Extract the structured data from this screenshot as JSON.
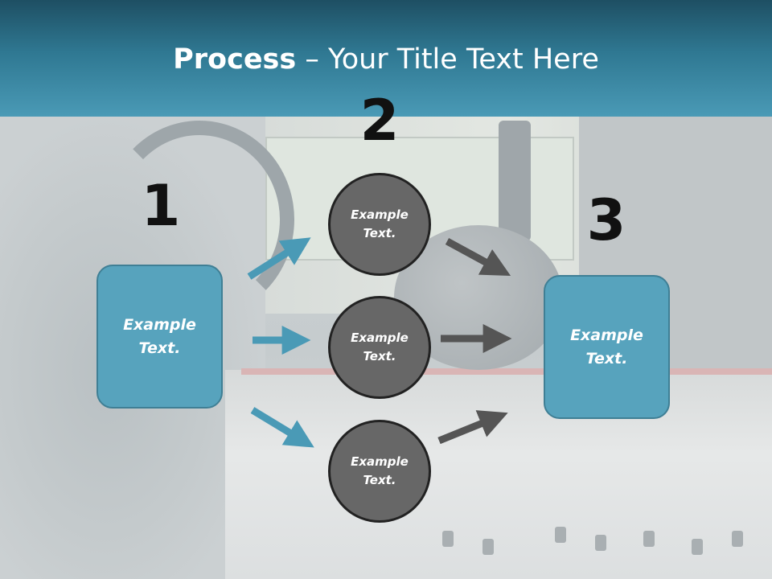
{
  "title": {
    "bold": "Process",
    "rest": " – Your Title Text Here"
  },
  "steps": [
    {
      "number": "1",
      "box_text": "Example\nText."
    },
    {
      "number": "2",
      "circles": [
        "Example\nText.",
        "Example\nText.",
        "Example\nText."
      ]
    },
    {
      "number": "3",
      "box_text": "Example\nText."
    }
  ],
  "colors": {
    "header_top": "#1e4f63",
    "header_bottom": "#4a9ab6",
    "box_fill": "#57a3bd",
    "circle_fill": "#676767",
    "arrow_blue": "#4a9ab6",
    "arrow_gray": "#555555"
  }
}
